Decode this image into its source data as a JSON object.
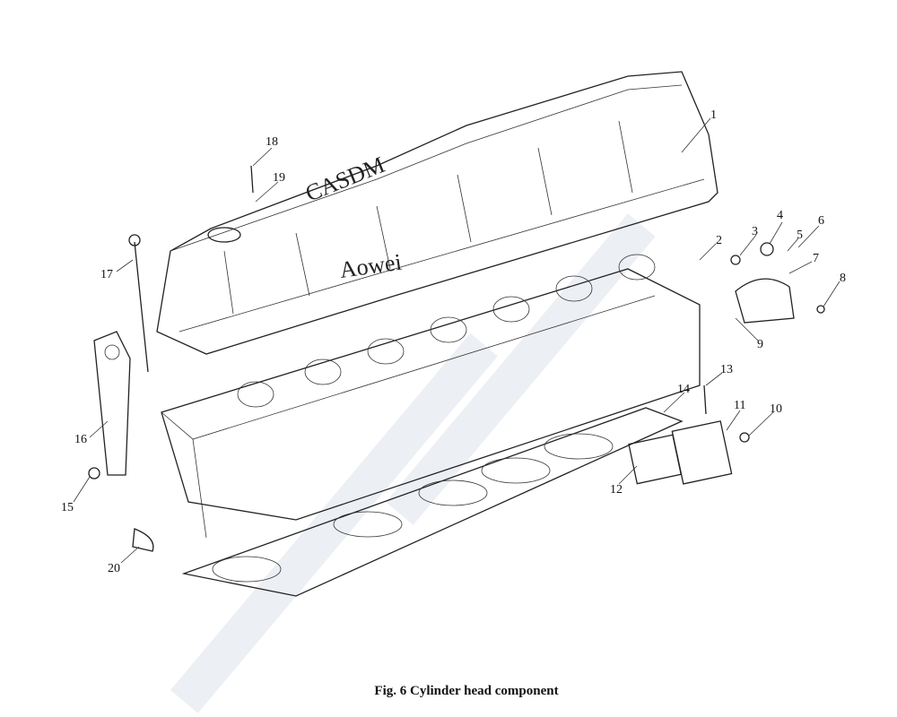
{
  "figure": {
    "caption": "Fig. 6 Cylinder head component",
    "watermark": "Aowei",
    "cover_logo": "CASDM",
    "callouts": [
      "1",
      "2",
      "3",
      "4",
      "5",
      "6",
      "7",
      "8",
      "9",
      "10",
      "11",
      "12",
      "13",
      "14",
      "15",
      "16",
      "17",
      "18",
      "19",
      "20"
    ]
  }
}
